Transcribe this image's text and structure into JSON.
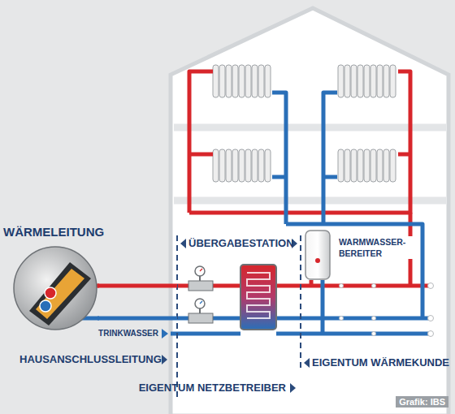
{
  "diagram": {
    "nodes": [
      {
        "text": [
          "WÄRMELEITUNG"
        ]
      },
      {
        "text": [
          "ÜBERGABESTATION"
        ]
      },
      {
        "text": [
          "WARMWASSER- BEREITER"
        ]
      }
    ],
    "edges": [
      {
        "from": 0,
        "to": 1,
        "arrow": "none"
      },
      {
        "from": 0,
        "to": 1,
        "arrow": "none"
      }
    ],
    "labels": [
      "TRINKWASSER",
      "HAUSANSCHLUSSLEITUNG",
      "EIGENTUM WÄRMEKUNDE",
      "EIGENTUM NETZBETREIBER",
      "Grafik: IBS"
    ]
  }
}
